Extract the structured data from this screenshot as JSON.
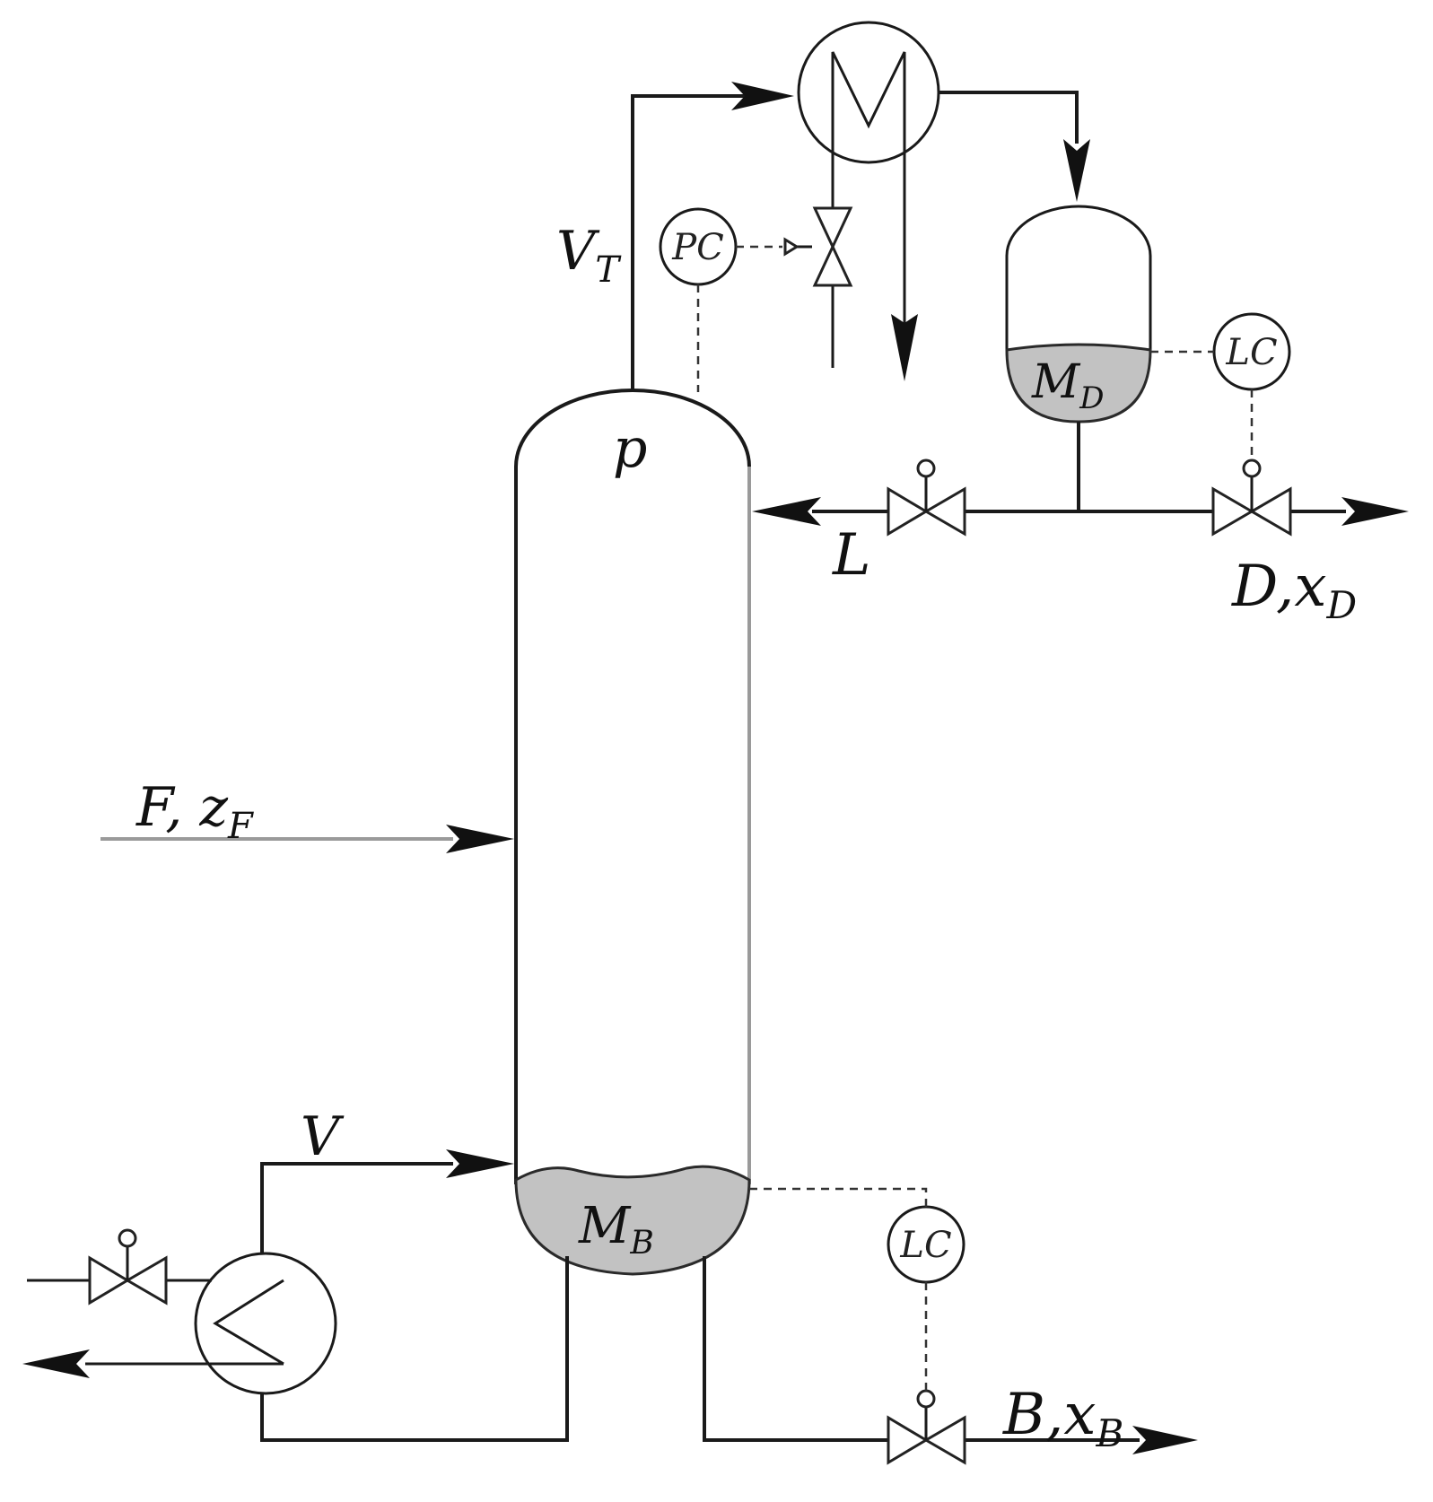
{
  "labels": {
    "vapor_top": "V",
    "vapor_top_sub": "T",
    "pressure": "p",
    "reflux": "L",
    "distillate_main": "D",
    "distillate_x": ",x",
    "distillate_sub": "D",
    "feed": "F, z",
    "feed_sub": "F",
    "boilup": "V",
    "bottoms_main": "B",
    "bottoms_x": ",x",
    "bottoms_sub": "B",
    "holdup_drum": "M",
    "holdup_drum_sub": "D",
    "holdup_bottom": "M",
    "holdup_bottom_sub": "B"
  },
  "instruments": {
    "pressure_controller": "PC",
    "level_controller_drum": "LC",
    "level_controller_bottom": "LC"
  },
  "colors": {
    "line": "#1a1a1a",
    "liquid": "#c2c2c2",
    "background": "#ffffff"
  }
}
